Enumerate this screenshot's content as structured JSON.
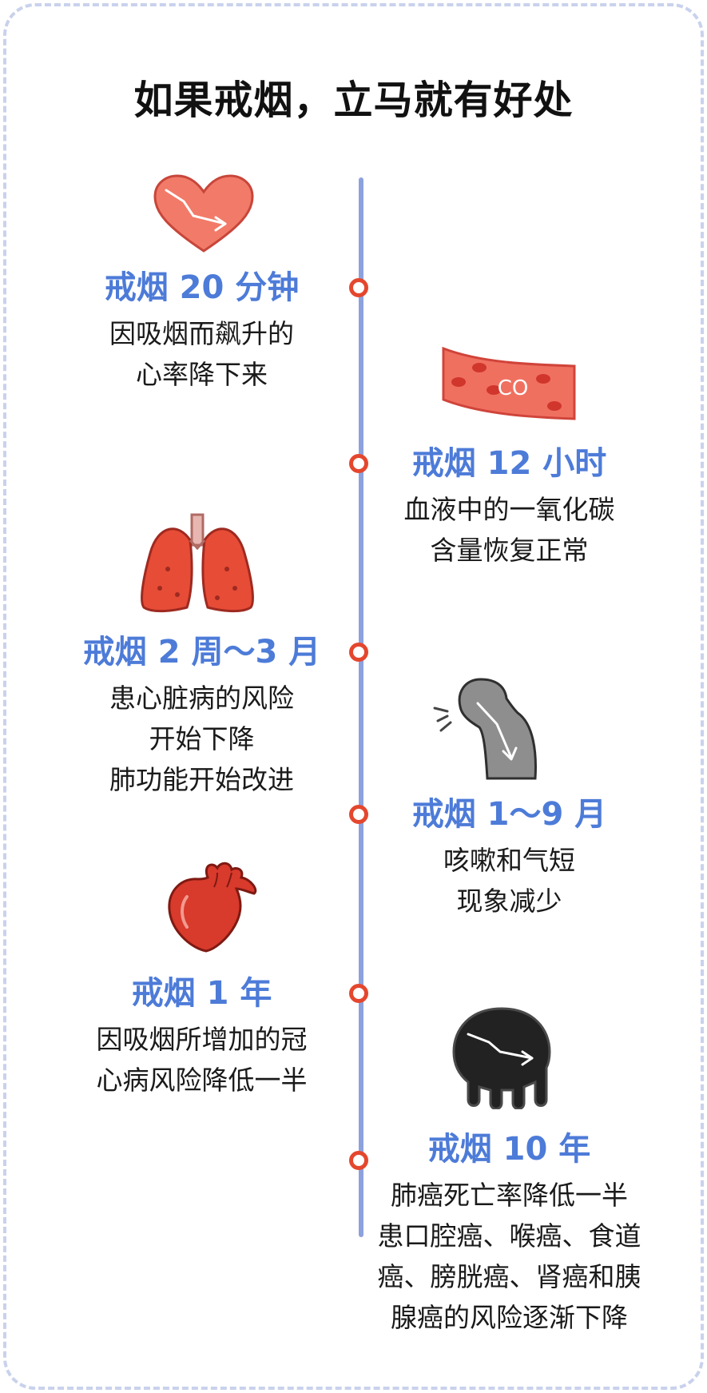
{
  "title": "如果戒烟，立马就有好处",
  "colors": {
    "timeline": "#8da2dd",
    "dot": "#e4472e",
    "heading": "#4d7bd8",
    "border": "#c9d2ec"
  },
  "milestones": [
    {
      "heading": "戒烟 20 分钟",
      "lines": [
        "因吸烟而飙升的",
        "心率降下来"
      ],
      "icon": "heart-icon"
    },
    {
      "heading": "戒烟 12 小时",
      "lines": [
        "血液中的一氧化碳",
        "含量恢复正常"
      ],
      "icon": "blood-vessel-icon",
      "icon_label": "CO"
    },
    {
      "heading": "戒烟 2 周～3 月",
      "lines": [
        "患心脏病的风险",
        "开始下降",
        "肺功能开始改进"
      ],
      "icon": "lungs-icon"
    },
    {
      "heading": "戒烟 1～9 月",
      "lines": [
        "咳嗽和气短",
        "现象减少"
      ],
      "icon": "coughing-person-icon"
    },
    {
      "heading": "戒烟 1 年",
      "lines": [
        "因吸烟所增加的冠",
        "心病风险降低一半"
      ],
      "icon": "anatomical-heart-icon"
    },
    {
      "heading": "戒烟 10 年",
      "lines": [
        "肺癌死亡率降低一半",
        "患口腔癌、喉癌、食道",
        "癌、膀胱癌、肾癌和胰",
        "腺癌的风险逐渐下降"
      ],
      "icon": "organ-icon"
    }
  ]
}
